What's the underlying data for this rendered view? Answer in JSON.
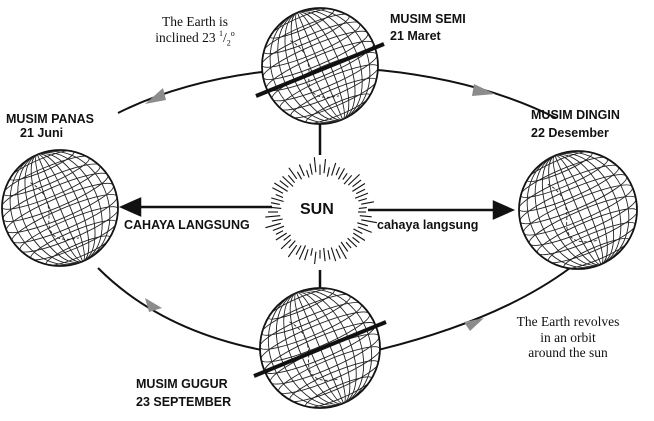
{
  "tilt_note": {
    "line1": "The Earth is",
    "line2_prefix": "inclined 23 ",
    "frac_num": "1",
    "frac_den": "2",
    "degree": "o"
  },
  "sun": {
    "label": "SUN"
  },
  "seasons": {
    "spring": {
      "name": "MUSIM SEMI",
      "date": "21 Maret"
    },
    "summer": {
      "name": "MUSIM PANAS",
      "date": "21 Juni"
    },
    "winter": {
      "name": "MUSIM DINGIN",
      "date": "22 Desember"
    },
    "autumn": {
      "name": "MUSIM GUGUR",
      "date": "23 SEPTEMBER"
    }
  },
  "rays": {
    "left": "CAHAYA LANGSUNG",
    "right": "cahaya langsung"
  },
  "orbit_note": {
    "line1": "The Earth revolves",
    "line2": "in an orbit",
    "line3": "around the sun"
  },
  "colors": {
    "ink": "#111111",
    "orbit_arrow": "#8c8c8c"
  }
}
